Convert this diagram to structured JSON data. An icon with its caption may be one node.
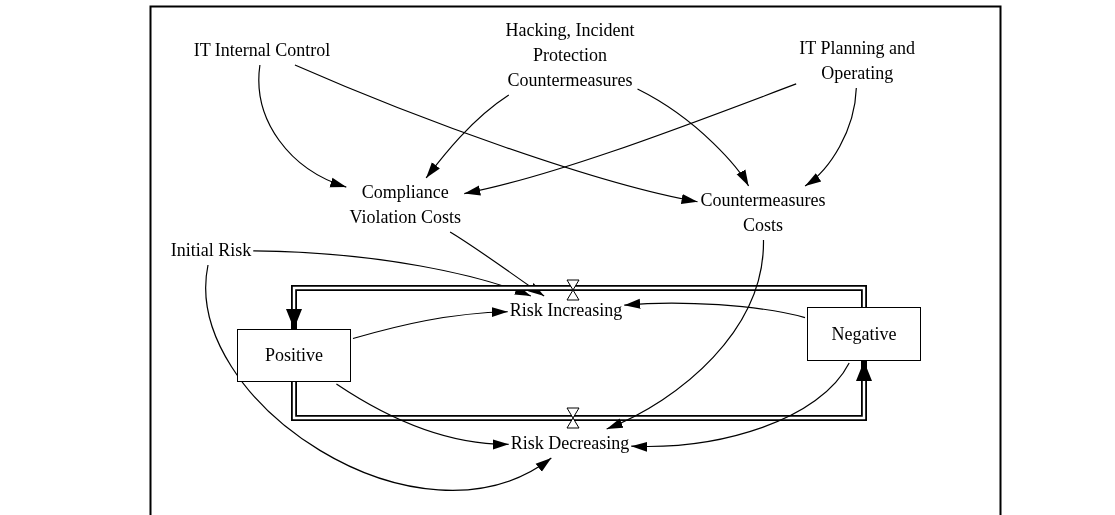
{
  "diagram": {
    "nodes": [
      {
        "text": [
          "IT Internal Control"
        ]
      },
      {
        "text": [
          "Hacking, Incident Protection Countermeasures"
        ]
      },
      {
        "text": [
          "IT Planning and Operating"
        ]
      },
      {
        "text": [
          "Compliance Violation Costs"
        ]
      },
      {
        "text": [
          "Countermeasures Costs"
        ]
      },
      {
        "text": [
          "Initial Risk"
        ]
      },
      {
        "text": [
          "Risk Increasing"
        ]
      },
      {
        "text": [
          "Positive"
        ]
      },
      {
        "text": [
          "Negative"
        ]
      },
      {
        "text": [
          "Risk Decreasing"
        ]
      }
    ],
    "edges": [
      {
        "from": 0,
        "to": 3,
        "arrow": "to"
      },
      {
        "from": 0,
        "to": 4,
        "arrow": "to"
      },
      {
        "from": 1,
        "to": 3,
        "arrow": "to"
      },
      {
        "from": 1,
        "to": 4,
        "arrow": "to"
      },
      {
        "from": 2,
        "to": 3,
        "arrow": "to"
      },
      {
        "from": 2,
        "to": 4,
        "arrow": "to"
      },
      {
        "from": 3,
        "to": 6,
        "arrow": "to"
      },
      {
        "from": 5,
        "to": 6,
        "arrow": "to"
      },
      {
        "from": 7,
        "to": 6,
        "arrow": "to"
      },
      {
        "from": 8,
        "to": 6,
        "arrow": "to"
      },
      {
        "from": 8,
        "to": 7,
        "arrow": "to",
        "style": "thick"
      },
      {
        "from": 7,
        "to": 8,
        "arrow": "to",
        "style": "thick"
      },
      {
        "from": 7,
        "to": 9,
        "arrow": "to"
      },
      {
        "from": 8,
        "to": 9,
        "arrow": "to"
      },
      {
        "from": 4,
        "to": 9,
        "arrow": "to"
      },
      {
        "from": 5,
        "to": 9,
        "arrow": "to"
      }
    ]
  }
}
